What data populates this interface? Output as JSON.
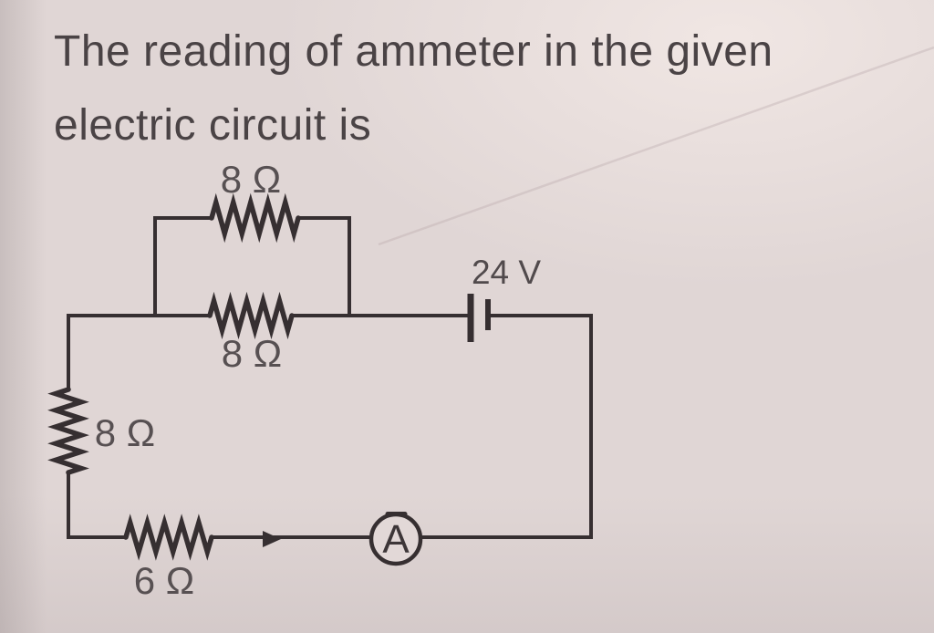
{
  "question": {
    "line1": "The reading of ammeter in the given",
    "line2": "electric circuit is"
  },
  "circuit": {
    "resistor_labels": {
      "top": "8 Ω",
      "middle": "8 Ω",
      "left": "8 Ω",
      "bottom": "6 Ω"
    },
    "battery_label": "24 V",
    "ammeter_label": "A",
    "icons": {
      "battery": "two-plate battery cell",
      "ammeter": "circle with letter A",
      "current_arrow": "right-pointing filled triangle"
    },
    "colors": {
      "wire": "#362f31",
      "paper": "#e0d6d5",
      "question_text": "#4a4345",
      "label_text": "#575052"
    }
  }
}
